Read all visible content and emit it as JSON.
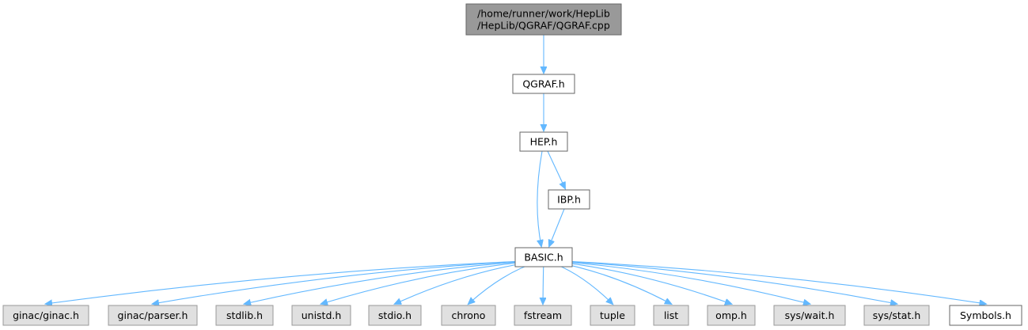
{
  "diagram": {
    "nodes": [
      {
        "id": "root",
        "lines": [
          "/home/runner/work/HepLib",
          "/HepLib/QGRAF/QGRAF.cpp"
        ],
        "kind": "root"
      },
      {
        "id": "qgraf_h",
        "lines": [
          "QGRAF.h"
        ],
        "kind": "local"
      },
      {
        "id": "hep_h",
        "lines": [
          "HEP.h"
        ],
        "kind": "local"
      },
      {
        "id": "ibp_h",
        "lines": [
          "IBP.h"
        ],
        "kind": "local"
      },
      {
        "id": "basic_h",
        "lines": [
          "BASIC.h"
        ],
        "kind": "local"
      },
      {
        "id": "ginac_ginac_h",
        "lines": [
          "ginac/ginac.h"
        ],
        "kind": "system"
      },
      {
        "id": "ginac_parser_h",
        "lines": [
          "ginac/parser.h"
        ],
        "kind": "system"
      },
      {
        "id": "stdlib_h",
        "lines": [
          "stdlib.h"
        ],
        "kind": "system"
      },
      {
        "id": "unistd_h",
        "lines": [
          "unistd.h"
        ],
        "kind": "system"
      },
      {
        "id": "stdio_h",
        "lines": [
          "stdio.h"
        ],
        "kind": "system"
      },
      {
        "id": "chrono",
        "lines": [
          "chrono"
        ],
        "kind": "system"
      },
      {
        "id": "fstream",
        "lines": [
          "fstream"
        ],
        "kind": "system"
      },
      {
        "id": "tuple",
        "lines": [
          "tuple"
        ],
        "kind": "system"
      },
      {
        "id": "list",
        "lines": [
          "list"
        ],
        "kind": "system"
      },
      {
        "id": "omp_h",
        "lines": [
          "omp.h"
        ],
        "kind": "system"
      },
      {
        "id": "sys_wait_h",
        "lines": [
          "sys/wait.h"
        ],
        "kind": "system"
      },
      {
        "id": "sys_stat_h",
        "lines": [
          "sys/stat.h"
        ],
        "kind": "system"
      },
      {
        "id": "symbols_h",
        "lines": [
          "Symbols.h"
        ],
        "kind": "local"
      }
    ],
    "edges": [
      {
        "from": "root",
        "to": "qgraf_h"
      },
      {
        "from": "qgraf_h",
        "to": "hep_h"
      },
      {
        "from": "hep_h",
        "to": "basic_h"
      },
      {
        "from": "hep_h",
        "to": "ibp_h"
      },
      {
        "from": "ibp_h",
        "to": "basic_h"
      },
      {
        "from": "basic_h",
        "to": "ginac_ginac_h"
      },
      {
        "from": "basic_h",
        "to": "ginac_parser_h"
      },
      {
        "from": "basic_h",
        "to": "stdlib_h"
      },
      {
        "from": "basic_h",
        "to": "unistd_h"
      },
      {
        "from": "basic_h",
        "to": "stdio_h"
      },
      {
        "from": "basic_h",
        "to": "chrono"
      },
      {
        "from": "basic_h",
        "to": "fstream"
      },
      {
        "from": "basic_h",
        "to": "tuple"
      },
      {
        "from": "basic_h",
        "to": "list"
      },
      {
        "from": "basic_h",
        "to": "omp_h"
      },
      {
        "from": "basic_h",
        "to": "sys_wait_h"
      },
      {
        "from": "basic_h",
        "to": "sys_stat_h"
      },
      {
        "from": "basic_h",
        "to": "symbols_h"
      }
    ],
    "colors": {
      "root_fill": "#999999",
      "local_fill": "#ffffff",
      "system_fill": "#e0e0e0",
      "edge": "#63b8ff",
      "border": "#666666"
    }
  }
}
